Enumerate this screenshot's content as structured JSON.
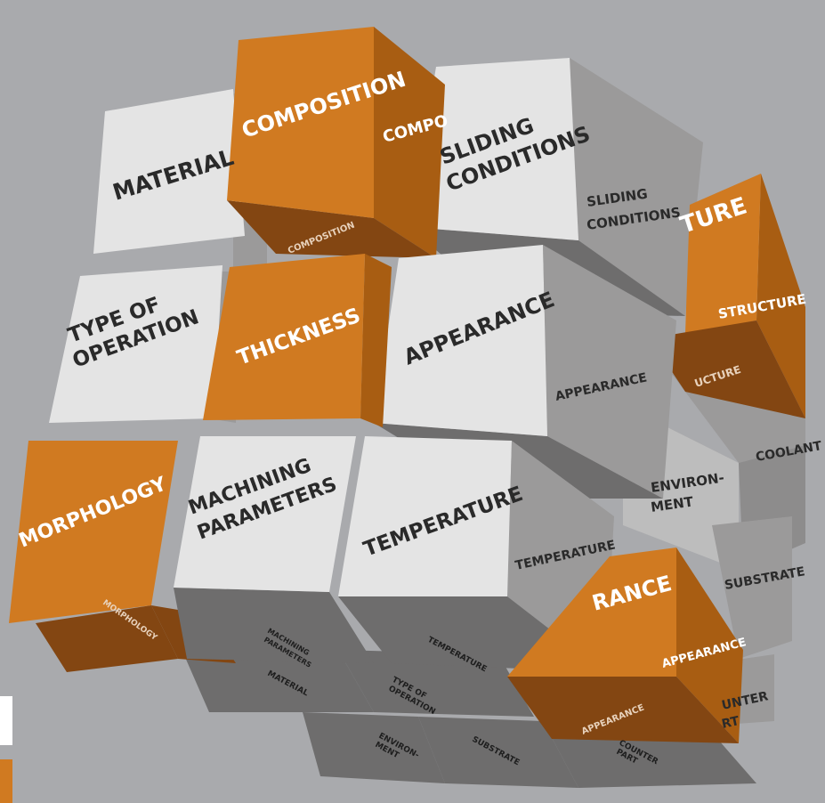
{
  "colors": {
    "background": "#a9aaad",
    "tile_light_front": "#e4e4e4",
    "tile_light_side": "#9b9a9a",
    "tile_light_bottom": "#6e6d6d",
    "tile_orange_front": "#d07a21",
    "tile_orange_side": "#a85d12",
    "tile_orange_bottom": "#834612",
    "text_dark": "#2a2a2a",
    "text_light": "#ffffff"
  },
  "tiles": {
    "material": "MATERIAL",
    "composition": "COMPOSITION",
    "composition_side": "COMPO",
    "composition_bottom": "COMPOSITION",
    "sliding_line1": "SLIDING",
    "sliding_line2": "CONDITIONS",
    "sliding_side_line1": "SLIDING",
    "sliding_side_line2": "CONDITIONS",
    "structure_front": "TURE",
    "structure_side": "STRUCTURE",
    "structure_bottom": "UCTURE",
    "type_line1": "TYPE OF",
    "type_line2": "OPERATION",
    "thickness": "THICKNESS",
    "appearance": "APPEARANCE",
    "appearance_side": "APPEARANCE",
    "coolant": "COOLANT",
    "environ_line1": "ENVIRON-",
    "environ_line2": "MENT",
    "morphology": "MORPHOLOGY",
    "morphology_bottom": "MORPHOLOGY",
    "machining_line1": "MACHINING",
    "machining_line2": "PARAMETERS",
    "machining_bottom_line1": "MACHINING",
    "machining_bottom_line2": "PARAMETERS",
    "temperature": "TEMPERATURE",
    "temperature_side": "TEMPERATURE",
    "temperature_bottom": "TEMPERATURE",
    "substrate_side": "SUBSTRATE",
    "appearance2_front": "RANCE",
    "appearance2_side": "APPEARANCE",
    "appearance2_bottom": "APPEARANCE",
    "counter_side_line1": "UNTER",
    "counter_side_line2": "RT",
    "material_bottom": "MATERIAL",
    "type_bottom_line1": "TYPE OF",
    "type_bottom_line2": "OPERATION",
    "environ_bottom_line1": "ENVIRON-",
    "environ_bottom_line2": "MENT",
    "substrate_bottom": "SUBSTRATE",
    "counter_bottom_line1": "COUNTER",
    "counter_bottom_line2": "PART"
  }
}
